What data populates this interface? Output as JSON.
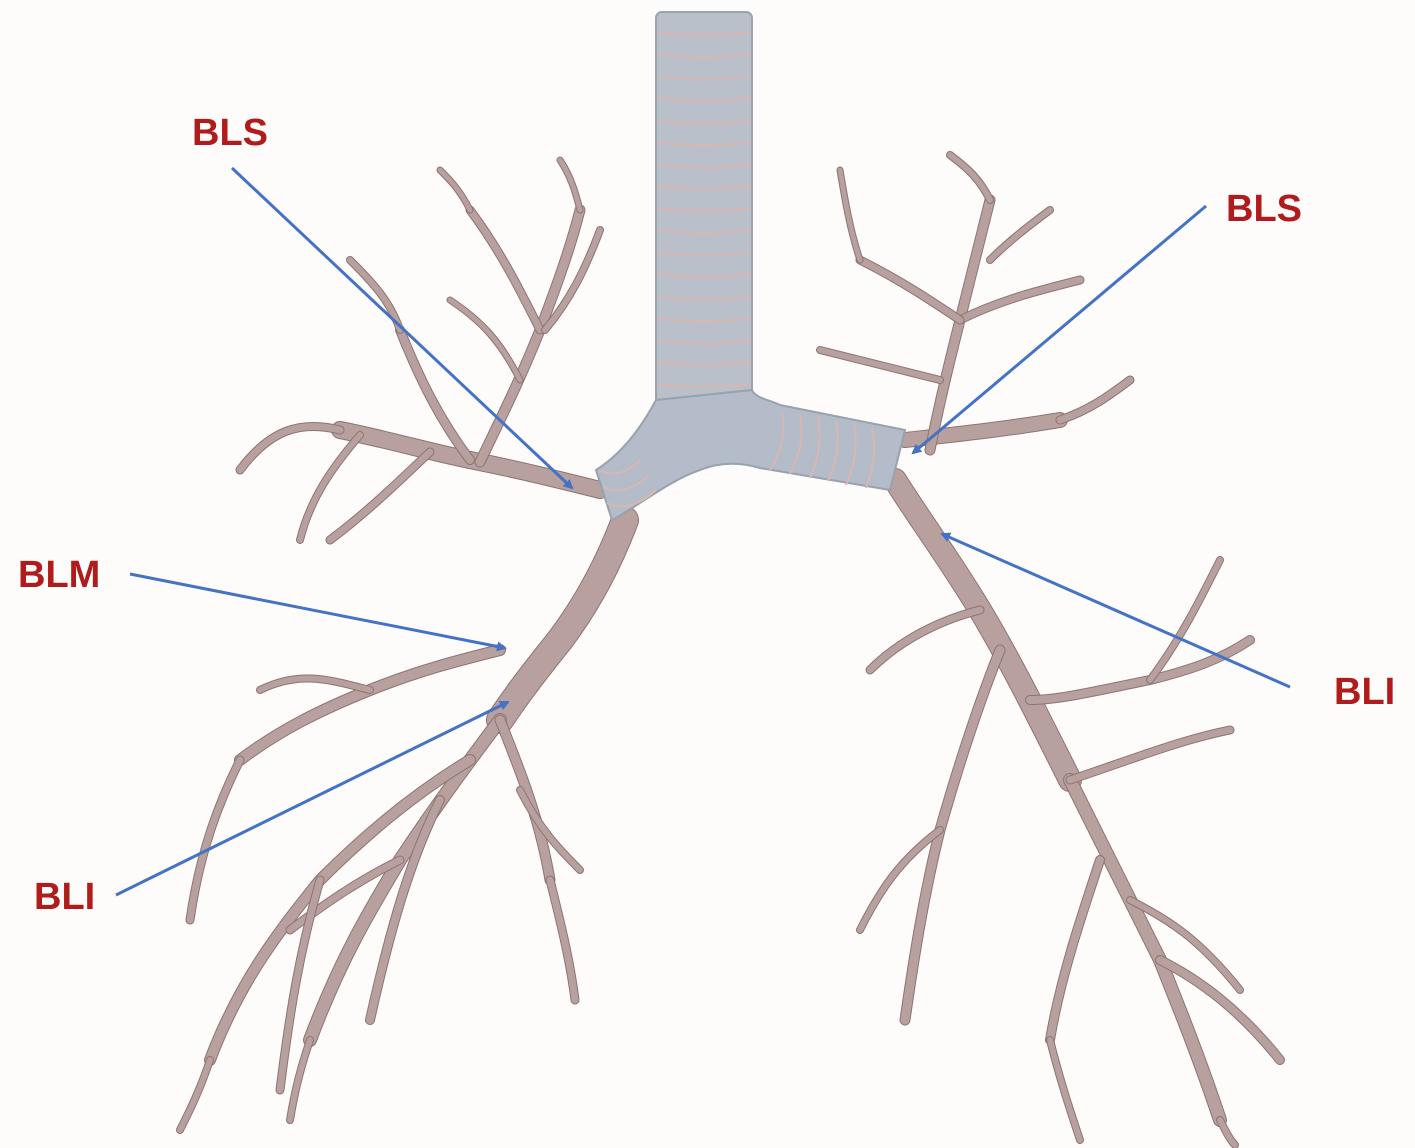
{
  "colors": {
    "background": "#fdfcfb",
    "label": "#b01c1c",
    "arrow": "#4472c4",
    "airway": "#b7a09e",
    "airway_edge": "#8d7473",
    "trachea": "#b9c0ca",
    "trachea_ring": "#d9b7b0"
  },
  "labels": [
    {
      "id": "bls-right",
      "text": "BLS",
      "target": "right-upper-lobe-bronchus"
    },
    {
      "id": "blm-right",
      "text": "BLM",
      "target": "right-middle-lobe-bronchus"
    },
    {
      "id": "bli-right",
      "text": "BLI",
      "target": "right-lower-lobe-bronchus"
    },
    {
      "id": "bls-left",
      "text": "BLS",
      "target": "left-upper-lobe-bronchus"
    },
    {
      "id": "bli-left",
      "text": "BLI",
      "target": "left-lower-lobe-bronchus"
    }
  ]
}
